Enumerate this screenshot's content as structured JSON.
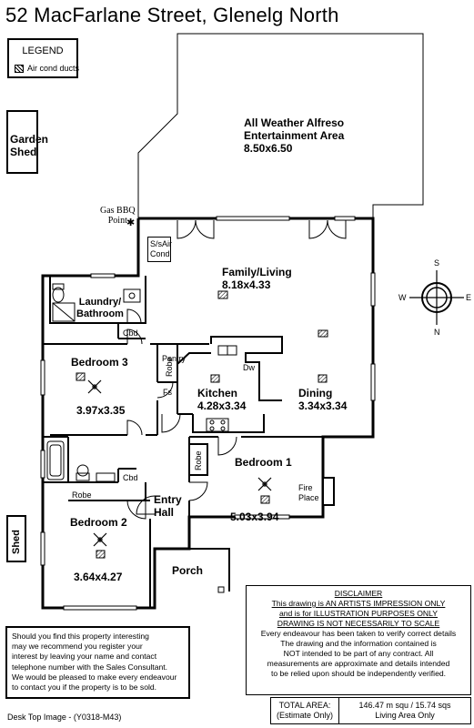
{
  "title": "52 MacFarlane Street, Glenelg North",
  "legend": {
    "heading": "LEGEND",
    "item": "Air cond ducts"
  },
  "rooms": {
    "alfresco": {
      "name_line1": "All Weather Alfreso",
      "name_line2": "Entertainment Area",
      "size": "8.50x6.50"
    },
    "garden_shed": {
      "line1": "Garden",
      "line2": "Shed"
    },
    "gas_bbq": {
      "line1": "Gas BBQ",
      "line2": "Point"
    },
    "ss_air": {
      "line1": "S/sAir",
      "line2": "Cond"
    },
    "family": {
      "name": "Family/Living",
      "size": "8.18x4.33"
    },
    "laundry": {
      "line1": "Laundry/",
      "line2": "Bathroom"
    },
    "cbd1": "Cbd",
    "cbd2": "Cbd",
    "pantry": "Pantry",
    "dw": "Dw",
    "robe_v1": "Robe",
    "fs": "Fs",
    "bedroom3": {
      "name": "Bedroom 3",
      "size": "3.97x3.35"
    },
    "kitchen": {
      "name": "Kitchen",
      "size": "4.28x3.34"
    },
    "dining": {
      "name": "Dining",
      "size": "3.34x3.34"
    },
    "bedroom1": {
      "name": "Bedroom 1",
      "size": "5.03x3.94"
    },
    "robe_v2": "Robe",
    "fireplace": {
      "line1": "Fire",
      "line2": "Place"
    },
    "robe_h": "Robe",
    "entry": {
      "line1": "Entry",
      "line2": "Hall"
    },
    "bedroom2": {
      "name": "Bedroom 2",
      "size": "3.64x4.27"
    },
    "porch": "Porch",
    "shed": "Shed"
  },
  "compass": {
    "n": "N",
    "s": "S",
    "e": "E",
    "w": "W"
  },
  "info_text": [
    "Should you find this property interesting",
    "may we recommend you register your",
    "interest by leaving your name and contact",
    "telephone number with the Sales Consultant.",
    "We would be pleased to make every endeavour",
    "to contact you if the property is to be sold."
  ],
  "disclaimer": {
    "heading": "DISCLAIMER",
    "underlined": [
      "This drawing is AN ARTISTS IMPRESSION ONLY",
      "and is for ILLUSTRATION PURPOSES ONLY",
      "DRAWING IS NOT NECESSARILY TO SCALE"
    ],
    "body": [
      "Every endeavour has been taken to verify correct details",
      "The drawing and the information contained is",
      "NOT intended to be part of any contract. All",
      "measurements are approximate and details intended",
      "to be relied upon should be independently verified."
    ]
  },
  "area": {
    "label_line1": "TOTAL AREA:",
    "label_line2": "(Estimate Only)",
    "value_line1": "146.47 m squ /  15.74 sqs",
    "value_line2": "Living Area Only"
  },
  "footer": "Desk Top Image - (Y0318-M43)"
}
